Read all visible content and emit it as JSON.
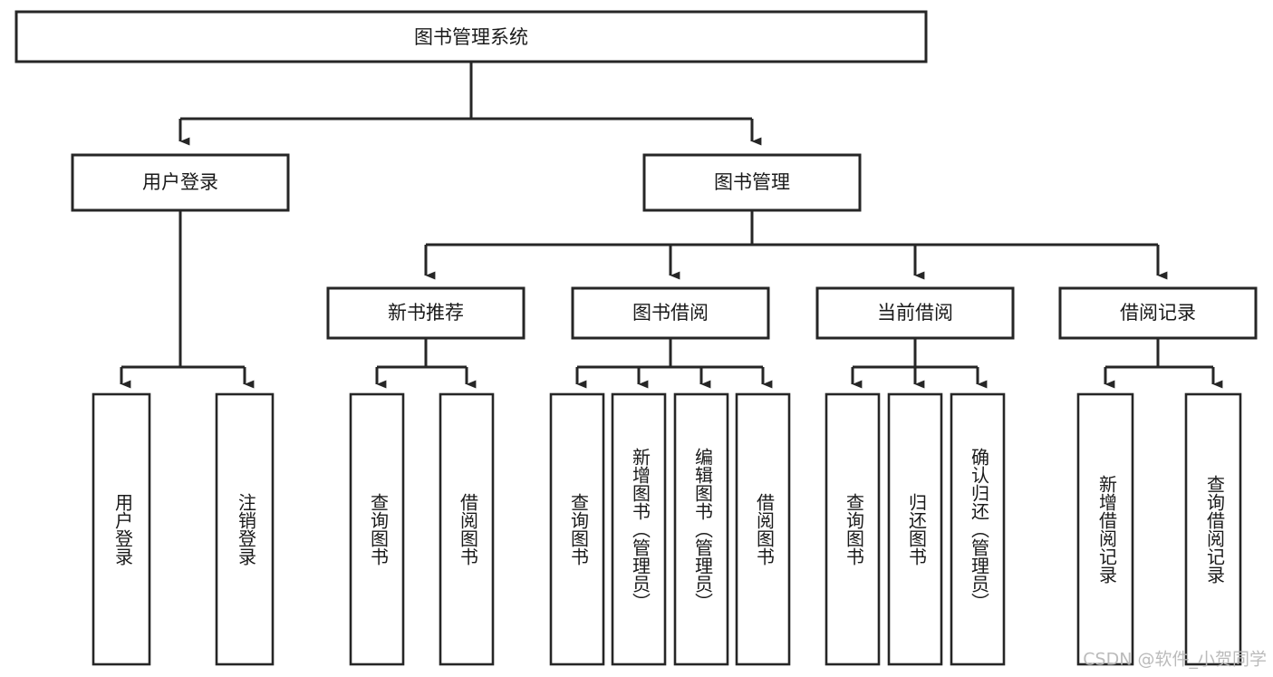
{
  "diagram": {
    "type": "hierarchy-tree",
    "title": "图书管理系统",
    "watermark": "CSDN @软件_小贺同学",
    "colors": {
      "background": "#ffffff",
      "stroke": "#262626",
      "text": "#1a1a1a",
      "watermark": "#b8b8b8"
    },
    "root": {
      "id": "root",
      "label": "图书管理系统"
    },
    "level2": [
      {
        "id": "user-login",
        "label": "用户登录"
      },
      {
        "id": "book-manage",
        "label": "图书管理"
      }
    ],
    "level3": [
      {
        "id": "new-book-recommend",
        "label": "新书推荐",
        "parent": "book-manage"
      },
      {
        "id": "book-borrow",
        "label": "图书借阅",
        "parent": "book-manage"
      },
      {
        "id": "current-borrow",
        "label": "当前借阅",
        "parent": "book-manage"
      },
      {
        "id": "borrow-record",
        "label": "借阅记录",
        "parent": "book-manage"
      }
    ],
    "leaves": {
      "user-login": [
        {
          "id": "leaf-user-login",
          "label": "用户登录"
        },
        {
          "id": "leaf-user-logout",
          "label": "注销登录"
        }
      ],
      "new-book-recommend": [
        {
          "id": "leaf-query-book-1",
          "label": "查询图书"
        },
        {
          "id": "leaf-borrow-book-1",
          "label": "借阅图书"
        }
      ],
      "book-borrow": [
        {
          "id": "leaf-query-book-2",
          "label": "查询图书"
        },
        {
          "id": "leaf-add-book",
          "label": "新增图书（管理员）"
        },
        {
          "id": "leaf-edit-book",
          "label": "编辑图书（管理员）"
        },
        {
          "id": "leaf-borrow-book-2",
          "label": "借阅图书"
        }
      ],
      "current-borrow": [
        {
          "id": "leaf-query-book-3",
          "label": "查询图书"
        },
        {
          "id": "leaf-return-book",
          "label": "归还图书"
        },
        {
          "id": "leaf-confirm-return",
          "label": "确认归还（管理员）"
        }
      ],
      "borrow-record": [
        {
          "id": "leaf-add-record",
          "label": "新增借阅记录"
        },
        {
          "id": "leaf-query-record",
          "label": "查询借阅记录"
        }
      ]
    }
  }
}
